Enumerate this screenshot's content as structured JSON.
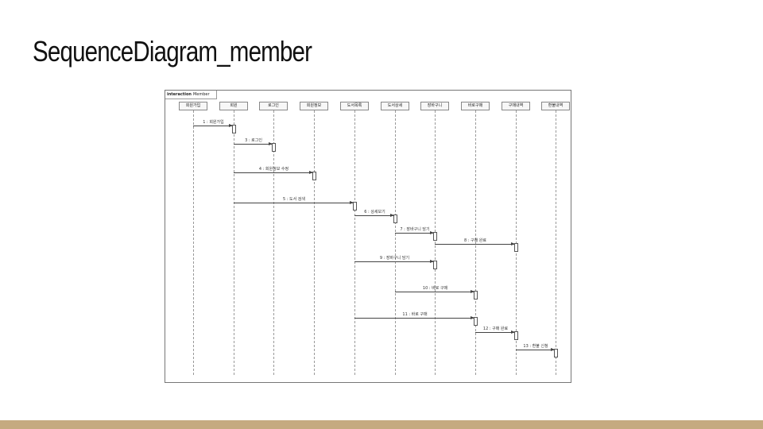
{
  "slide": {
    "title": "SequenceDiagram_member"
  },
  "diagram": {
    "frame": {
      "keyword": "interaction",
      "name": "Member"
    },
    "lifelines": [
      {
        "label": "회원가입"
      },
      {
        "label": "회원"
      },
      {
        "label": "로그인"
      },
      {
        "label": "회원정보"
      },
      {
        "label": "도서목록"
      },
      {
        "label": "도서상세"
      },
      {
        "label": "장바구니"
      },
      {
        "label": "바로구매"
      },
      {
        "label": "구매내역"
      },
      {
        "label": "환불내역"
      }
    ],
    "messages": [
      {
        "from": 0,
        "to": 1,
        "label": "1 : 회원가입"
      },
      {
        "from": 1,
        "to": 2,
        "label": "3 : 로그인"
      },
      {
        "from": 1,
        "to": 3,
        "label": "4 : 회원정보 수정"
      },
      {
        "from": 1,
        "to": 4,
        "label": "5 : 도서 검색"
      },
      {
        "from": 4,
        "to": 5,
        "label": "6 : 상세보기"
      },
      {
        "from": 5,
        "to": 6,
        "label": "7 : 장바구니 담기"
      },
      {
        "from": 6,
        "to": 8,
        "label": "8 : 구매 완료"
      },
      {
        "from": 4,
        "to": 6,
        "label": "9 : 장바구니 담기"
      },
      {
        "from": 5,
        "to": 7,
        "label": "10 : 바로 구매"
      },
      {
        "from": 4,
        "to": 7,
        "label": "11 : 바로 구매"
      },
      {
        "from": 7,
        "to": 8,
        "label": "12 : 구매 완료"
      },
      {
        "from": 8,
        "to": 9,
        "label": "13 : 환불 신청"
      }
    ]
  }
}
